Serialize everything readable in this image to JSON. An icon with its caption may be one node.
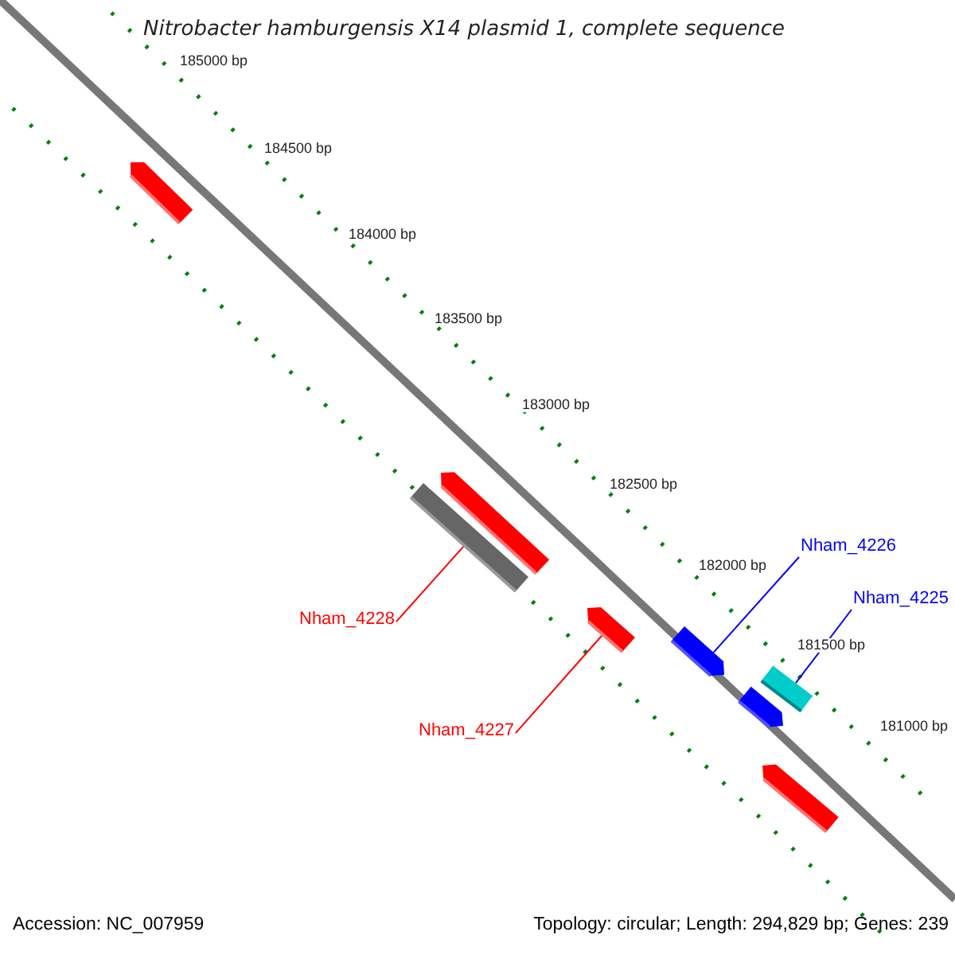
{
  "diagram": {
    "title": "Nitrobacter hamburgensis X14 plasmid 1, complete sequence",
    "nodes": [
      {
        "text": [],
        "shape": "bar"
      },
      {
        "text": [],
        "shape": "bar"
      },
      {
        "text": [],
        "shape": "bar"
      },
      {
        "text": [
          "Nham_4226"
        ]
      },
      {
        "text": [],
        "shape": "bar"
      },
      {
        "text": [
          "Nham_4225"
        ]
      },
      {
        "text": [
          "Nham_4228"
        ]
      },
      {
        "text": [],
        "shape": "bar"
      },
      {
        "text": [],
        "shape": "bar"
      },
      {
        "text": [],
        "shape": "bar"
      },
      {
        "text": [
          "Nham_4227"
        ]
      },
      {
        "text": [],
        "shape": "bar"
      }
    ],
    "edges": [
      {
        "from": 6,
        "to": 2,
        "arrow": "none"
      },
      {
        "from": 10,
        "to": 4,
        "arrow": "none"
      },
      {
        "from": 3,
        "to": 7,
        "arrow": "none",
        "color": "#0000ff"
      },
      {
        "from": 5,
        "to": 8,
        "arrow": "none",
        "color": "#0000ff"
      }
    ],
    "labels": [
      "185000 bp",
      "184500 bp",
      "184000 bp",
      "183500 bp",
      "183000 bp",
      "182500 bp",
      "182000 bp",
      "181500 bp",
      "181000 bp",
      "Accession: NC_007959",
      "Topology: circular; Length: 294,829 bp; Genes: 239"
    ]
  }
}
